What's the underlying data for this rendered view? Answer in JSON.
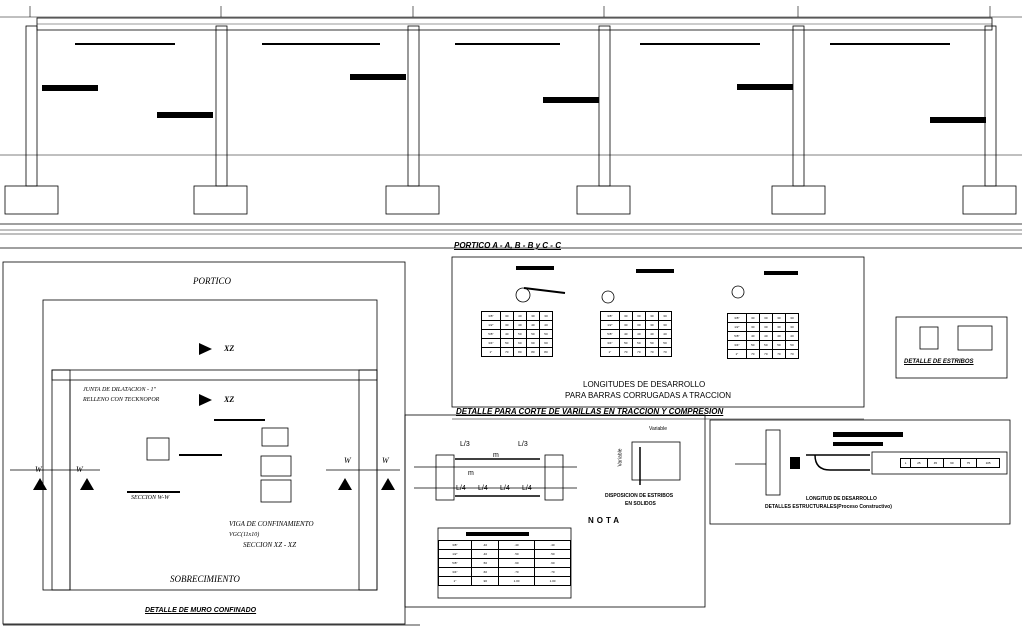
{
  "texts": {
    "portico_title": "PORTICO A - A, B - B y C - C",
    "portico_label": "PORTICO",
    "xz_top": "XZ",
    "xz_mid": "XZ",
    "junta_1": "JUNTA DE DILATACION - 1\"",
    "junta_2": "RELLENO CON TECKNOPOR",
    "w_left": "W",
    "w_left2": "W",
    "w_right": "W",
    "w_right2": "W",
    "seccion_ww": "SECCION W-W",
    "viga_1": "VIGA DE CONFINAMIENTO",
    "viga_2": "VGC(11x10)",
    "seccion_xz": "SECCION XZ - XZ",
    "sobrecimiento": "SOBRECIMIENTO",
    "muro_title": "DETALLE DE MURO CONFINADO",
    "long_1": "LONGITUDES DE DESARROLLO",
    "long_2": "PARA BARRAS CORRUGADAS A TRACCION",
    "detalle_corte": "DETALLE PARA CORTE DE VARILLAS EN TRACCION Y COMPRESION",
    "estribos": "DETALLE DE ESTRIBOS",
    "variable_1": "Variable",
    "variable_2": "Variable",
    "l3_a": "L/3",
    "l3_b": "L/3",
    "m_a": "m",
    "m_b": "m",
    "l4_a": "L/4",
    "l4_b": "L/4",
    "l4_c": "L/4",
    "l4_d": "L/4",
    "disp_1": "DISPOSICION DE ESTRIBOS",
    "disp_2": "EN SOLIDOS",
    "nota": "NOTA",
    "long_des": "LONGITUD DE DESARROLLO",
    "det_estr": "DETALLES ESTRUCTURALES(Proceso Constructivo)"
  },
  "tables": {
    "dev1_rows": [
      [
        "3/8\"",
        "30",
        "40",
        "30",
        "30"
      ],
      [
        "1/2\"",
        "30",
        "40",
        "40",
        "40"
      ],
      [
        "5/8\"",
        "40",
        "50",
        "50",
        "50"
      ],
      [
        "3/4\"",
        "50",
        "60",
        "60",
        "60"
      ],
      [
        "1\"",
        "70",
        "80",
        "80",
        "80"
      ]
    ],
    "dev2_rows": [
      [
        "3/8\"",
        "30",
        "30",
        "30",
        "30"
      ],
      [
        "1/2\"",
        "30",
        "30",
        "30",
        "30"
      ],
      [
        "5/8\"",
        "40",
        "40",
        "40",
        "40"
      ],
      [
        "3/4\"",
        "50",
        "50",
        "50",
        "50"
      ],
      [
        "1\"",
        "70",
        "70",
        "70",
        "70"
      ]
    ],
    "dev3_rows": [
      [
        "3/8\"",
        "30",
        "30",
        "30",
        "30"
      ],
      [
        "1/2\"",
        "30",
        "30",
        "30",
        "30"
      ],
      [
        "5/8\"",
        "40",
        "40",
        "40",
        "40"
      ],
      [
        "3/4\"",
        "50",
        "50",
        "50",
        "50"
      ],
      [
        "1\"",
        "70",
        "70",
        "70",
        "70"
      ]
    ],
    "corte_rows": [
      [
        "3/8\"",
        ".40",
        ".40",
        ".40"
      ],
      [
        "1/2\"",
        ".40",
        ".50",
        ".50"
      ],
      [
        "5/8\"",
        ".50",
        ".60",
        ".60"
      ],
      [
        "3/4\"",
        ".60",
        ".70",
        ".70"
      ],
      [
        "1\"",
        ".90",
        "1.00",
        "1.00"
      ]
    ],
    "long_rows": [
      [
        "L",
        "25",
        "45",
        "60",
        "75",
        "105"
      ]
    ]
  }
}
